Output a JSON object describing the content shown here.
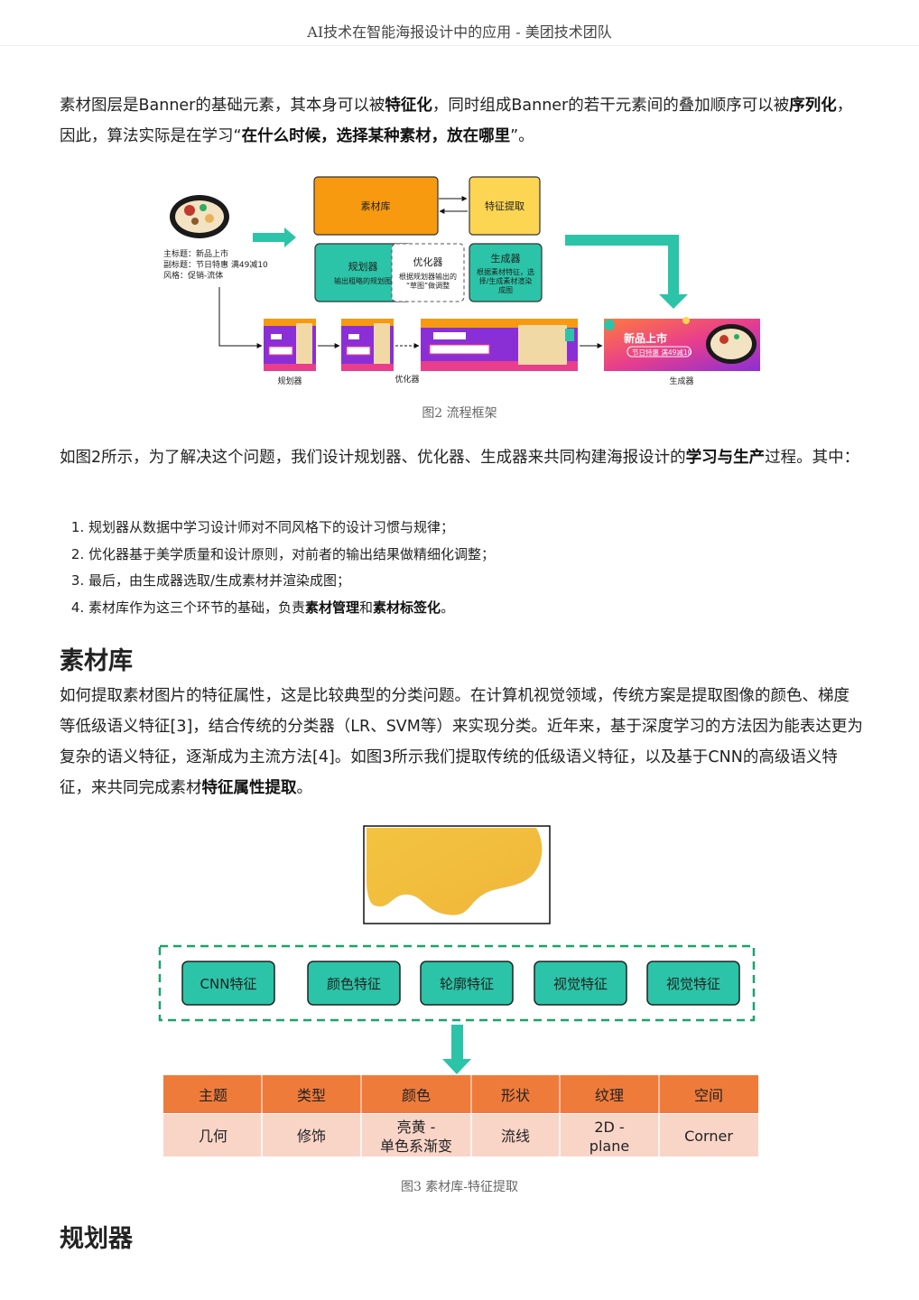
{
  "header": {
    "title": "AI技术在智能海报设计中的应用 - 美团技术团队"
  },
  "intro": {
    "t1": "素材图层是Banner的基础元素，其本身可以被",
    "b1": "特征化",
    "t2": "，同时组成Banner的若干元素间的叠加顺序可以被",
    "b2": "序列化",
    "t3": "，因此，算法实际是在学习“",
    "b3": "在什么时候，选择某种素材，放在哪里",
    "t4": "”。"
  },
  "figure2": {
    "input_lines": [
      "主标题：新品上市",
      "副标题：节日特惠 满49减10",
      "风格：促销-流体"
    ],
    "boxes": {
      "library": "素材库",
      "feature": "特征提取",
      "planner_title": "规划器",
      "planner_desc": "输出粗略的规划图",
      "optimizer_title": "优化器",
      "optimizer_desc_1": "根据规划器输出的",
      "optimizer_desc_2": "“草图”做调整",
      "generator_title": "生成器",
      "generator_desc_1": "根据素材特征，选",
      "generator_desc_2": "择/生成素材渲染",
      "generator_desc_3": "成图"
    },
    "stage_labels": [
      "规划器",
      "优化器",
      "生成器"
    ],
    "banner_title": "新品上市",
    "banner_sub": "节日特惠 满49减10",
    "caption": "图2 流程框架"
  },
  "para2": {
    "t1": "如图2所示，为了解决这个问题，我们设计规划器、优化器、生成器来共同构建海报设计的",
    "b1": "学习与生产",
    "t2": "过程。其中："
  },
  "steps": {
    "s1": "规划器从数据中学习设计师对不同风格下的设计习惯与规律；",
    "s2": "优化器基于美学质量和设计原则，对前者的输出结果做精细化调整；",
    "s3": "最后，由生成器选取/生成素材并渲染成图；",
    "s4_t1": "素材库作为这三个环节的基础，负责",
    "s4_b1": "素材管理",
    "s4_t2": "和",
    "s4_b2": "素材标签化",
    "s4_t3": "。"
  },
  "section1": {
    "title": "素材库",
    "t1": "如何提取素材图片的特征属性，这是比较典型的分类问题。在计算机视觉领域，传统方案是提取图像的颜色、梯度等低级语义特征[3]，结合传统的分类器（LR、SVM等）来实现分类。近年来，基于深度学习的方法因为能表达更为复杂的语义特征，逐渐成为主流方法[4]。如图3所示我们提取传统的低级语义特征，以及基于CNN的高级语义特征，来共同完成素材",
    "b1": "特征属性提取",
    "t2": "。"
  },
  "figure3": {
    "features": [
      "CNN特征",
      "颜色特征",
      "轮廓特征",
      "视觉特征",
      "视觉特征"
    ],
    "table_headers": [
      "主题",
      "类型",
      "颜色",
      "形状",
      "纹理",
      "空间"
    ],
    "table_values": [
      "几何",
      "修饰",
      "亮黄 -",
      "单色系渐变",
      "流线",
      "2D -",
      "plane",
      "Corner"
    ],
    "caption": "图3 素材库-特征提取"
  },
  "section2": {
    "title": "规划器"
  },
  "colors": {
    "orange": "#f79a0f",
    "yellow": "#fcd552",
    "teal": "#2bc4a8",
    "purple": "#8a2fd6",
    "table_header": "#ef7b3b",
    "table_row": "#f9d5c8"
  }
}
